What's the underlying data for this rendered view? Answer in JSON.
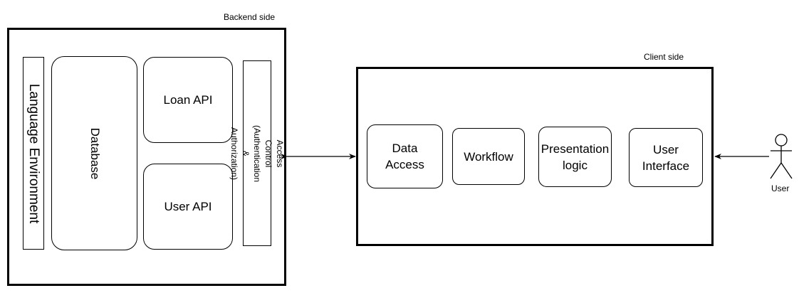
{
  "backend": {
    "title": "Backend side",
    "language_environment": "Language Environment",
    "database": "Database",
    "loan_api": "Loan API",
    "user_api": "User API",
    "access_control": "Access Control (Authentication &\nAuthorization)"
  },
  "client": {
    "title": "Client side",
    "data_access": "Data\nAccess",
    "workflow": "Workflow",
    "presentation_logic": "Presentation\nlogic",
    "user_interface": "User\nInterface"
  },
  "actor": {
    "label": "User"
  }
}
